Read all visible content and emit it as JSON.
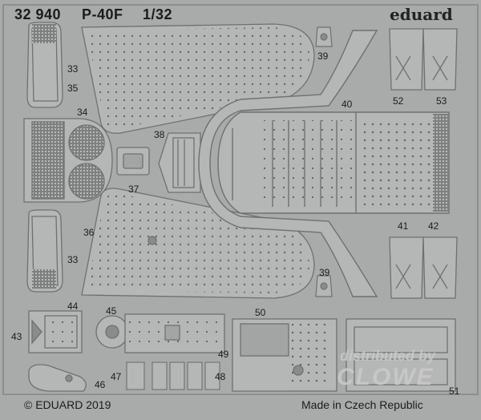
{
  "header": {
    "kit_number": "32 940",
    "model": "P-40F",
    "scale": "1/32",
    "brand": "eduard"
  },
  "footer": {
    "copyright": "© EDUARD 2019",
    "origin": "Made in Czech Republic"
  },
  "watermark": {
    "line1": "distributed by",
    "line2": "CLOWE"
  },
  "part_labels": {
    "p33a": "33",
    "p35": "35",
    "p34": "34",
    "p38": "38",
    "p37": "37",
    "p36": "36",
    "p33b": "33",
    "p39a": "39",
    "p52": "52",
    "p53": "53",
    "p40": "40",
    "p41": "41",
    "p42": "42",
    "p39b": "39",
    "p44": "44",
    "p43": "43",
    "p45": "45",
    "p50": "50",
    "p49": "49",
    "p47": "47",
    "p48": "48",
    "p46": "46",
    "p51": "51"
  },
  "colors": {
    "fret_bg": "#a9abaa",
    "part_fill": "#b5b7b6",
    "part_edge": "#6f7170",
    "rivet": "#555"
  }
}
